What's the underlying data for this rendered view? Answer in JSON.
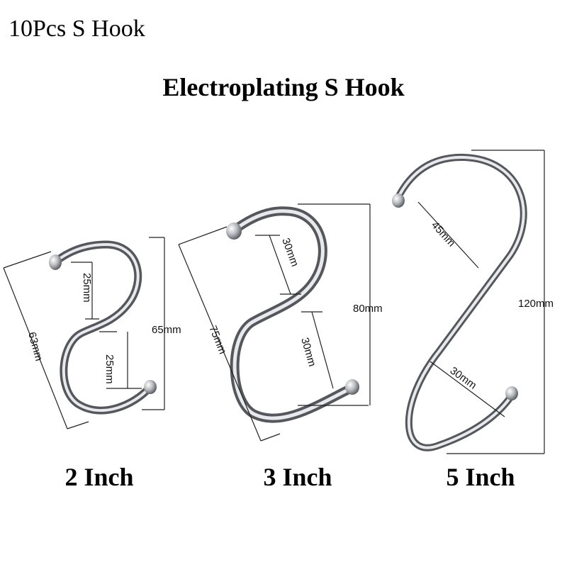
{
  "header": {
    "product_title": "10Pcs S Hook",
    "subtitle": "Electroplating S Hook"
  },
  "hooks": [
    {
      "size_label": "2 Inch",
      "dims": {
        "upper_gap": "25mm",
        "lower_gap": "25mm",
        "width": "63mm",
        "height": "65mm"
      }
    },
    {
      "size_label": "3 Inch",
      "dims": {
        "upper_gap": "30mm",
        "lower_gap": "30mm",
        "width": "75mm",
        "height": "80mm"
      }
    },
    {
      "size_label": "5 Inch",
      "dims": {
        "upper_gap": "45mm",
        "lower_gap": "30mm",
        "height": "120mm"
      }
    }
  ],
  "colors": {
    "metal_dark": "#5e6066",
    "metal_light": "#f2f3f5",
    "text": "#000000"
  }
}
